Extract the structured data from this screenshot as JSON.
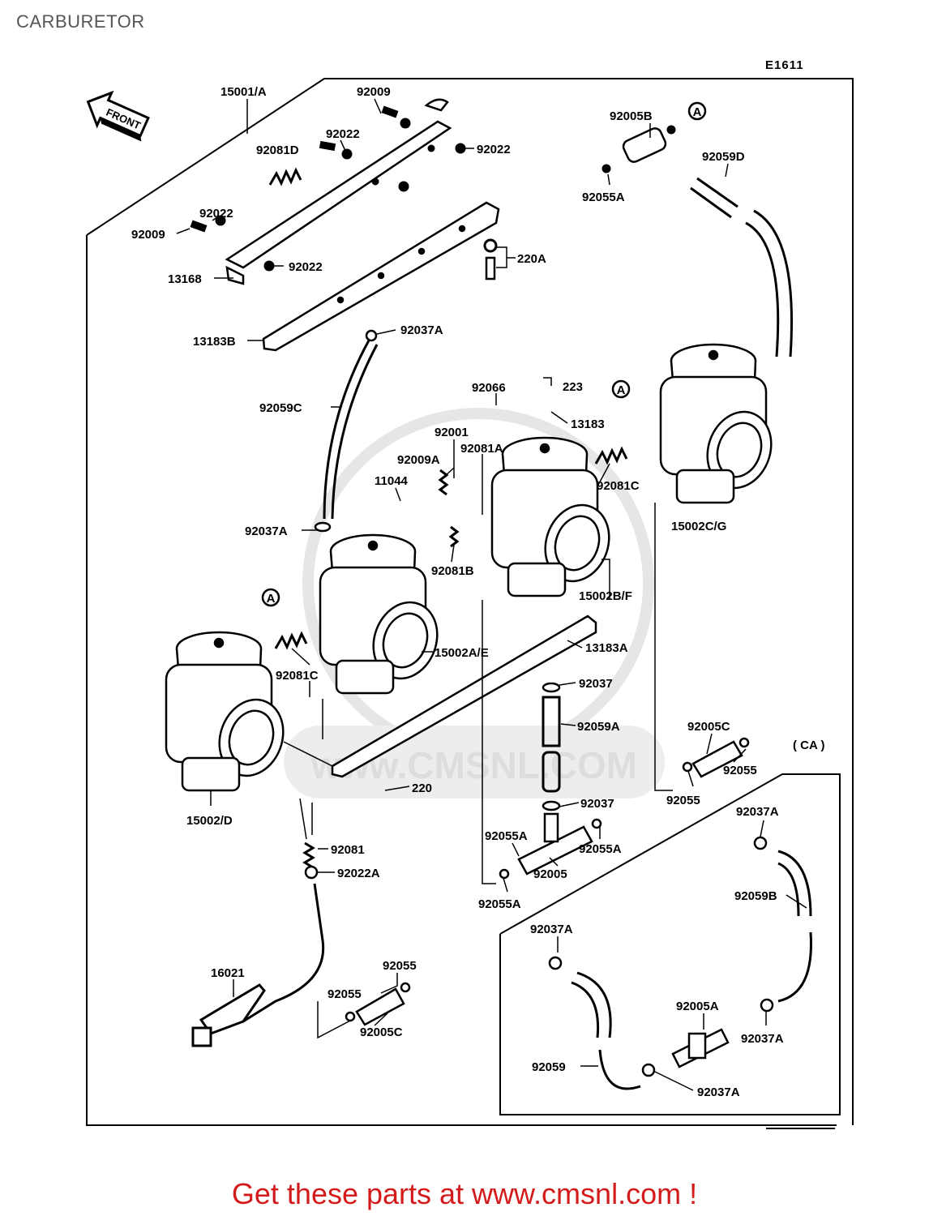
{
  "title": "CARBURETOR",
  "diagram_code": "E1611",
  "footer": "Get these parts at www.cmsnl.com !",
  "watermark": "www.CMSNL.COM",
  "front_arrow": "FRONT",
  "group_ca": "( CA )",
  "marker_a": "A",
  "parts": [
    {
      "id": "p1",
      "label": "15001/A"
    },
    {
      "id": "p2",
      "label": "92009"
    },
    {
      "id": "p3",
      "label": "92022"
    },
    {
      "id": "p4",
      "label": "92081D"
    },
    {
      "id": "p5",
      "label": "92022"
    },
    {
      "id": "p6",
      "label": "92022"
    },
    {
      "id": "p7",
      "label": "92009"
    },
    {
      "id": "p8",
      "label": "92022"
    },
    {
      "id": "p9",
      "label": "13168"
    },
    {
      "id": "p10",
      "label": "13183B"
    },
    {
      "id": "p11",
      "label": "220A"
    },
    {
      "id": "p12",
      "label": "92037A"
    },
    {
      "id": "p13",
      "label": "92059C"
    },
    {
      "id": "p14",
      "label": "92005B"
    },
    {
      "id": "p15",
      "label": "92055A"
    },
    {
      "id": "p16",
      "label": "92059D"
    },
    {
      "id": "p17",
      "label": "92066"
    },
    {
      "id": "p18",
      "label": "223"
    },
    {
      "id": "p19",
      "label": "13183"
    },
    {
      "id": "p20",
      "label": "92001"
    },
    {
      "id": "p21",
      "label": "92081A"
    },
    {
      "id": "p22",
      "label": "92009A"
    },
    {
      "id": "p23",
      "label": "11044"
    },
    {
      "id": "p24",
      "label": "92081C"
    },
    {
      "id": "p25",
      "label": "15002C/G"
    },
    {
      "id": "p26",
      "label": "92037A"
    },
    {
      "id": "p27",
      "label": "92081B"
    },
    {
      "id": "p28",
      "label": "15002B/F"
    },
    {
      "id": "p29",
      "label": "15002A/E"
    },
    {
      "id": "p30",
      "label": "13183A"
    },
    {
      "id": "p31",
      "label": "92081C"
    },
    {
      "id": "p32",
      "label": "92037"
    },
    {
      "id": "p33",
      "label": "92059A"
    },
    {
      "id": "p34",
      "label": "92005C"
    },
    {
      "id": "p35",
      "label": "92055"
    },
    {
      "id": "p36",
      "label": "92055"
    },
    {
      "id": "p37",
      "label": "15002/D"
    },
    {
      "id": "p38",
      "label": "220"
    },
    {
      "id": "p39",
      "label": "92037"
    },
    {
      "id": "p40",
      "label": "92055A"
    },
    {
      "id": "p41",
      "label": "92055A"
    },
    {
      "id": "p42",
      "label": "92005"
    },
    {
      "id": "p43",
      "label": "92055A"
    },
    {
      "id": "p44",
      "label": "92081"
    },
    {
      "id": "p45",
      "label": "92022A"
    },
    {
      "id": "p46",
      "label": "92037A"
    },
    {
      "id": "p47",
      "label": "92059B"
    },
    {
      "id": "p48",
      "label": "92037A"
    },
    {
      "id": "p49",
      "label": "16021"
    },
    {
      "id": "p50",
      "label": "92055"
    },
    {
      "id": "p51",
      "label": "92055"
    },
    {
      "id": "p52",
      "label": "92005C"
    },
    {
      "id": "p53",
      "label": "92005A"
    },
    {
      "id": "p54",
      "label": "92037A"
    },
    {
      "id": "p55",
      "label": "92059"
    },
    {
      "id": "p56",
      "label": "92037A"
    }
  ]
}
